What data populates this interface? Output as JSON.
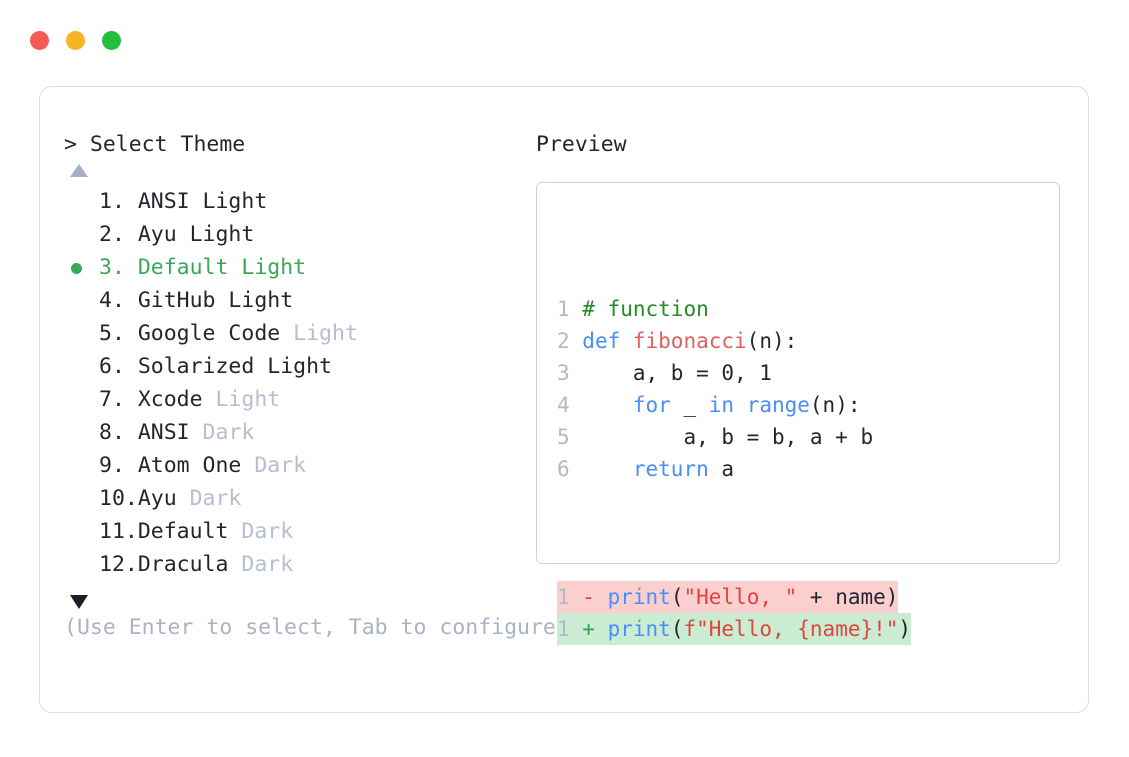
{
  "window": {
    "traffic_lights": [
      {
        "name": "close-button",
        "color": "#f35b55"
      },
      {
        "name": "minimize-button",
        "color": "#f5b421"
      },
      {
        "name": "maximize-button",
        "color": "#22bf3f"
      }
    ]
  },
  "prompt": {
    "caret": ">",
    "title": "Select Theme"
  },
  "scroll": {
    "up_indicator": "▲",
    "down_indicator": "▼"
  },
  "themes": [
    {
      "number": "1.",
      "name": "ANSI Light",
      "variant": "",
      "selected": false
    },
    {
      "number": "2.",
      "name": "Ayu Light",
      "variant": "",
      "selected": false
    },
    {
      "number": "3.",
      "name": "Default Light",
      "variant": "",
      "selected": true
    },
    {
      "number": "4.",
      "name": "GitHub Light",
      "variant": "",
      "selected": false
    },
    {
      "number": "5.",
      "name": "Google Code",
      "variant": "Light",
      "selected": false
    },
    {
      "number": "6.",
      "name": "Solarized Light",
      "variant": "",
      "selected": false
    },
    {
      "number": "7.",
      "name": "Xcode",
      "variant": "Light",
      "selected": false
    },
    {
      "number": "8.",
      "name": "ANSI",
      "variant": "Dark",
      "selected": false
    },
    {
      "number": "9.",
      "name": "Atom One",
      "variant": "Dark",
      "selected": false
    },
    {
      "number": "10.",
      "name": "Ayu",
      "variant": "Dark",
      "selected": false
    },
    {
      "number": "11.",
      "name": "Default",
      "variant": "Dark",
      "selected": false
    },
    {
      "number": "12.",
      "name": "Dracula",
      "variant": "Dark",
      "selected": false
    }
  ],
  "hint": "(Use Enter to select, Tab to configure scope, Esc to close)",
  "preview": {
    "label": "Preview",
    "code_lines": [
      {
        "lineno": "1",
        "tokens": [
          {
            "t": "# function",
            "c": "comment"
          }
        ]
      },
      {
        "lineno": "2",
        "tokens": [
          {
            "t": "def ",
            "c": "kw"
          },
          {
            "t": "fibonacci",
            "c": "fn"
          },
          {
            "t": "(n):",
            "c": "plain"
          }
        ]
      },
      {
        "lineno": "3",
        "tokens": [
          {
            "t": "    a, b = 0, 1",
            "c": "plain"
          }
        ]
      },
      {
        "lineno": "4",
        "tokens": [
          {
            "t": "    ",
            "c": "plain"
          },
          {
            "t": "for ",
            "c": "kw"
          },
          {
            "t": "_ ",
            "c": "plain"
          },
          {
            "t": "in ",
            "c": "kw"
          },
          {
            "t": "range",
            "c": "kw"
          },
          {
            "t": "(n):",
            "c": "plain"
          }
        ]
      },
      {
        "lineno": "5",
        "tokens": [
          {
            "t": "        a, b = b, a + b",
            "c": "plain"
          }
        ]
      },
      {
        "lineno": "6",
        "tokens": [
          {
            "t": "    ",
            "c": "plain"
          },
          {
            "t": "return ",
            "c": "kw"
          },
          {
            "t": "a",
            "c": "plain"
          }
        ]
      }
    ],
    "diff_lines": [
      {
        "lineno": "1",
        "sign": "-",
        "kind": "del",
        "tokens": [
          {
            "t": "print",
            "c": "kw"
          },
          {
            "t": "(",
            "c": "plain"
          },
          {
            "t": "\"Hello, \"",
            "c": "str"
          },
          {
            "t": " + name)",
            "c": "plain"
          }
        ]
      },
      {
        "lineno": "1",
        "sign": "+",
        "kind": "add",
        "tokens": [
          {
            "t": "print",
            "c": "kw"
          },
          {
            "t": "(",
            "c": "plain"
          },
          {
            "t": "f\"Hello, {name}!\"",
            "c": "str"
          },
          {
            "t": ")",
            "c": "plain"
          }
        ]
      }
    ]
  },
  "colors": {
    "selected_green": "#3aa856",
    "dim_gray": "#b6bed0",
    "hint_gray": "#aab3c6",
    "border": "#d9dee6",
    "preview_border": "#ccd3de",
    "diff_del_bg": "#fccfcf",
    "diff_add_bg": "#c9ecd3",
    "syntax_comment": "#228B22",
    "syntax_keyword": "#4a8ef7",
    "syntax_function": "#e0605e",
    "syntax_string": "#e0453c",
    "text": "#24262e"
  }
}
